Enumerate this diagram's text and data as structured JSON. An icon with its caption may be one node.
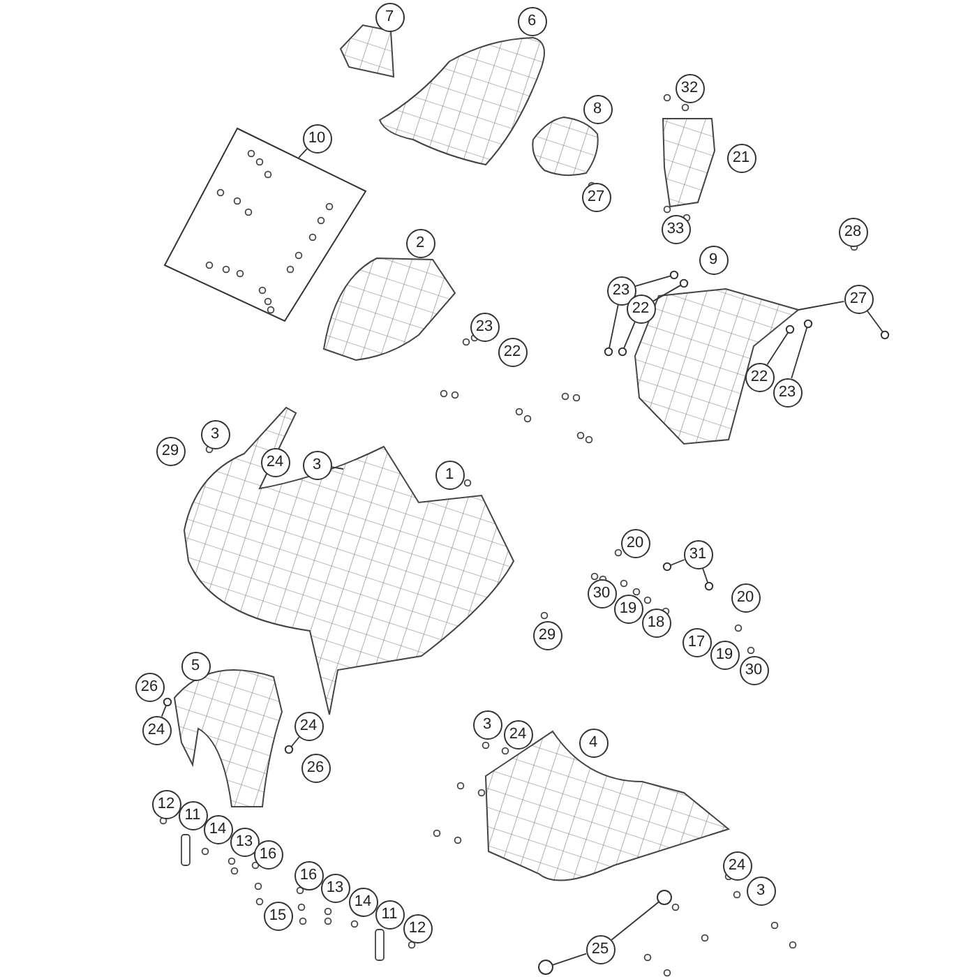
{
  "diagram": {
    "nodes": [
      {
        "text": [
          "7"
        ]
      },
      {
        "text": [
          "6"
        ]
      },
      {
        "text": [
          "32"
        ]
      },
      {
        "text": [
          "8"
        ]
      },
      {
        "text": [
          "10"
        ]
      },
      {
        "text": [
          "21"
        ]
      },
      {
        "text": [
          "27"
        ]
      },
      {
        "text": [
          "33"
        ]
      },
      {
        "text": [
          "2"
        ]
      },
      {
        "text": [
          "28"
        ]
      },
      {
        "text": [
          "9"
        ]
      },
      {
        "text": [
          "23"
        ]
      },
      {
        "text": [
          "27"
        ]
      },
      {
        "text": [
          "22"
        ]
      },
      {
        "text": [
          "23"
        ]
      },
      {
        "text": [
          "22"
        ]
      },
      {
        "text": [
          "22"
        ]
      },
      {
        "text": [
          "23"
        ]
      },
      {
        "text": [
          "3"
        ]
      },
      {
        "text": [
          "29"
        ]
      },
      {
        "text": [
          "24"
        ]
      },
      {
        "text": [
          "3"
        ]
      },
      {
        "text": [
          "1"
        ]
      },
      {
        "text": [
          "20"
        ]
      },
      {
        "text": [
          "31"
        ]
      },
      {
        "text": [
          "30"
        ]
      },
      {
        "text": [
          "20"
        ]
      },
      {
        "text": [
          "19"
        ]
      },
      {
        "text": [
          "18"
        ]
      },
      {
        "text": [
          "29"
        ]
      },
      {
        "text": [
          "17"
        ]
      },
      {
        "text": [
          "19"
        ]
      },
      {
        "text": [
          "5"
        ]
      },
      {
        "text": [
          "30"
        ]
      },
      {
        "text": [
          "26"
        ]
      },
      {
        "text": [
          "3"
        ]
      },
      {
        "text": [
          "24"
        ]
      },
      {
        "text": [
          "24"
        ]
      },
      {
        "text": [
          "24"
        ]
      },
      {
        "text": [
          "4"
        ]
      },
      {
        "text": [
          "26"
        ]
      },
      {
        "text": [
          "12"
        ]
      },
      {
        "text": [
          "11"
        ]
      },
      {
        "text": [
          "14"
        ]
      },
      {
        "text": [
          "13"
        ]
      },
      {
        "text": [
          "16"
        ]
      },
      {
        "text": [
          "24"
        ]
      },
      {
        "text": [
          "16"
        ]
      },
      {
        "text": [
          "13"
        ]
      },
      {
        "text": [
          "3"
        ]
      },
      {
        "text": [
          "15"
        ]
      },
      {
        "text": [
          "14"
        ]
      },
      {
        "text": [
          "11"
        ]
      },
      {
        "text": [
          "12"
        ]
      },
      {
        "text": [
          "25"
        ]
      },
      {
        "text": [],
        "shape": "box"
      },
      {
        "text": [],
        "shape": "circle"
      },
      {
        "text": [],
        "shape": "circle"
      },
      {
        "text": [],
        "shape": "picture"
      },
      {
        "text": [],
        "shape": "circle"
      },
      {
        "text": [],
        "shape": "circle"
      },
      {
        "text": [],
        "shape": "circle"
      },
      {
        "text": [],
        "shape": "circle"
      },
      {
        "text": [],
        "shape": "circle"
      },
      {
        "text": [],
        "shape": "picture"
      },
      {
        "text": [],
        "shape": "circle"
      },
      {
        "text": [],
        "shape": "circle"
      },
      {
        "text": [],
        "shape": "circle"
      },
      {
        "text": [],
        "shape": "circle"
      },
      {
        "text": [],
        "shape": "circle"
      },
      {
        "text": [],
        "shape": "circle"
      }
    ],
    "edges": [
      {
        "from": 4,
        "to": 55,
        "arrow": "none"
      },
      {
        "from": 11,
        "to": 56,
        "arrow": "none"
      },
      {
        "from": 11,
        "to": 57,
        "arrow": "none"
      },
      {
        "from": 12,
        "to": 58,
        "arrow": "none"
      },
      {
        "from": 12,
        "to": 59,
        "arrow": "none"
      },
      {
        "from": 13,
        "to": 60,
        "arrow": "none"
      },
      {
        "from": 13,
        "to": 61,
        "arrow": "none"
      },
      {
        "from": 16,
        "to": 62,
        "arrow": "none"
      },
      {
        "from": 17,
        "to": 63,
        "arrow": "none"
      },
      {
        "from": 21,
        "to": 64,
        "arrow": "none"
      },
      {
        "from": 24,
        "to": 65,
        "arrow": "none"
      },
      {
        "from": 24,
        "to": 66,
        "arrow": "none"
      },
      {
        "from": 36,
        "to": 67,
        "arrow": "none"
      },
      {
        "from": 37,
        "to": 68,
        "arrow": "none"
      },
      {
        "from": 54,
        "to": 69,
        "arrow": "none"
      },
      {
        "from": 54,
        "to": 70,
        "arrow": "none"
      }
    ]
  }
}
